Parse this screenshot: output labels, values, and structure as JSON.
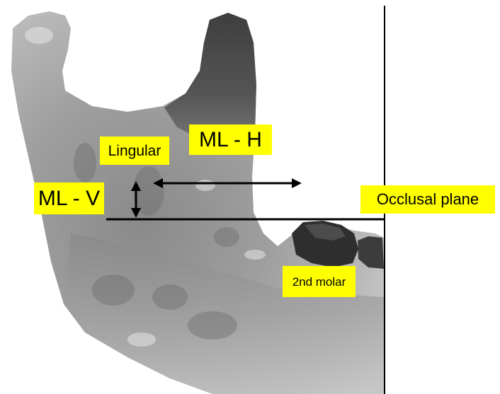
{
  "labels": {
    "ml_h": "ML - H",
    "lingular": "Lingular",
    "ml_v": "ML - V",
    "occlusal_plane": "Occlusal plane",
    "second_molar": "2nd molar"
  },
  "colors": {
    "label_background": "#ffff00",
    "label_text": "#000000",
    "lines": "#000000",
    "bone_light": "#bdbdbd",
    "bone_dark": "#3a3a3a"
  }
}
